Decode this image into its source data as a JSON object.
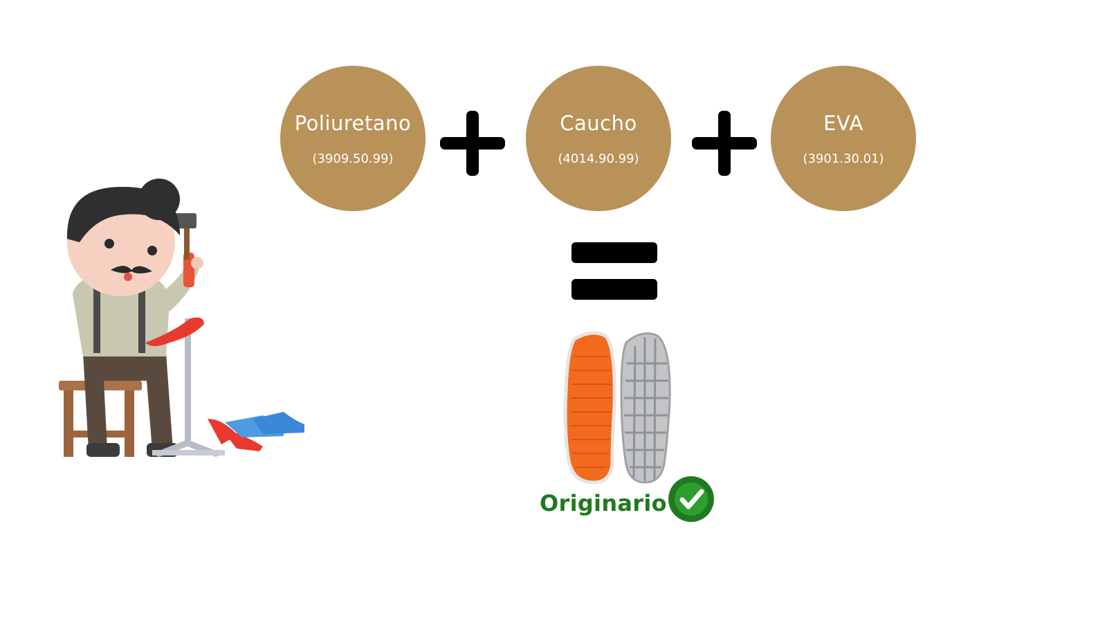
{
  "materials": [
    {
      "name": "Poliuretano",
      "code": "(3909.50.99)"
    },
    {
      "name": "Caucho",
      "code": "(4014.90.99)"
    },
    {
      "name": "EVA",
      "code": "(3901.30.01)"
    }
  ],
  "result": {
    "label": "Originario",
    "status_icon": "check-circle-icon"
  },
  "colors": {
    "circle": "#b99259",
    "result_green": "#1f7a1f",
    "operator": "#000000"
  }
}
